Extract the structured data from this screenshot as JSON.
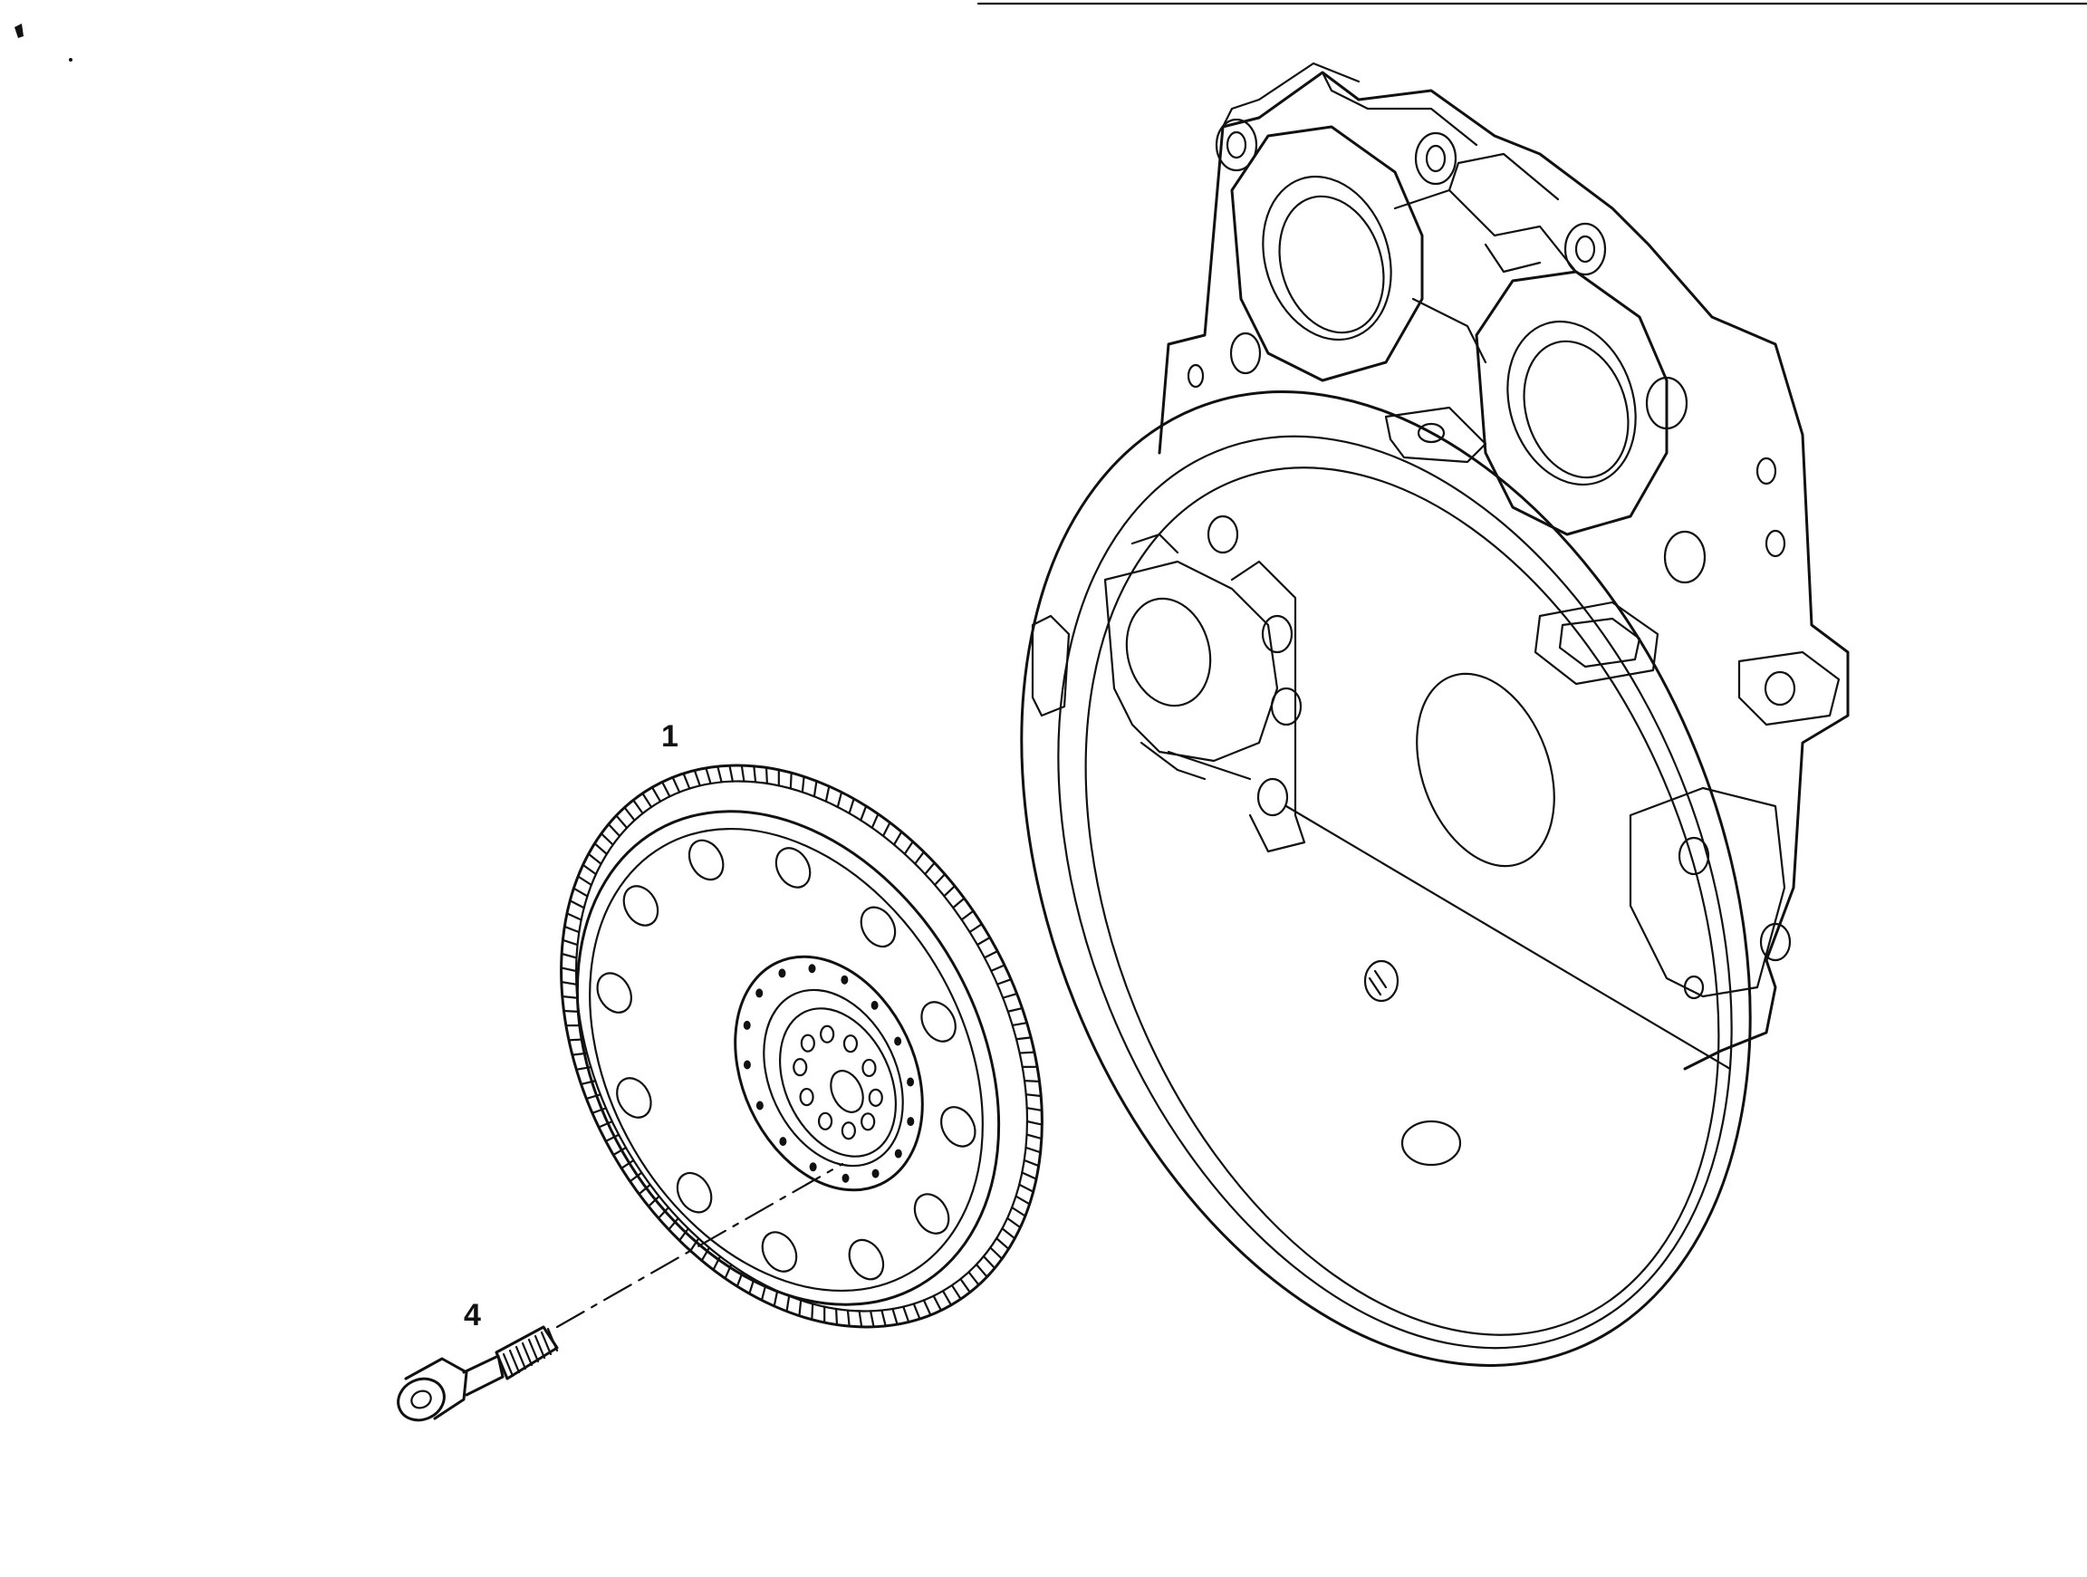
{
  "diagram": {
    "callouts": [
      {
        "id": "1",
        "text": "1",
        "part": "flywheel-with-ring-gear"
      },
      {
        "id": "4",
        "text": "4",
        "part": "flywheel-bolt"
      }
    ],
    "colors": {
      "ink": "#111111",
      "paper": "#ffffff"
    }
  }
}
